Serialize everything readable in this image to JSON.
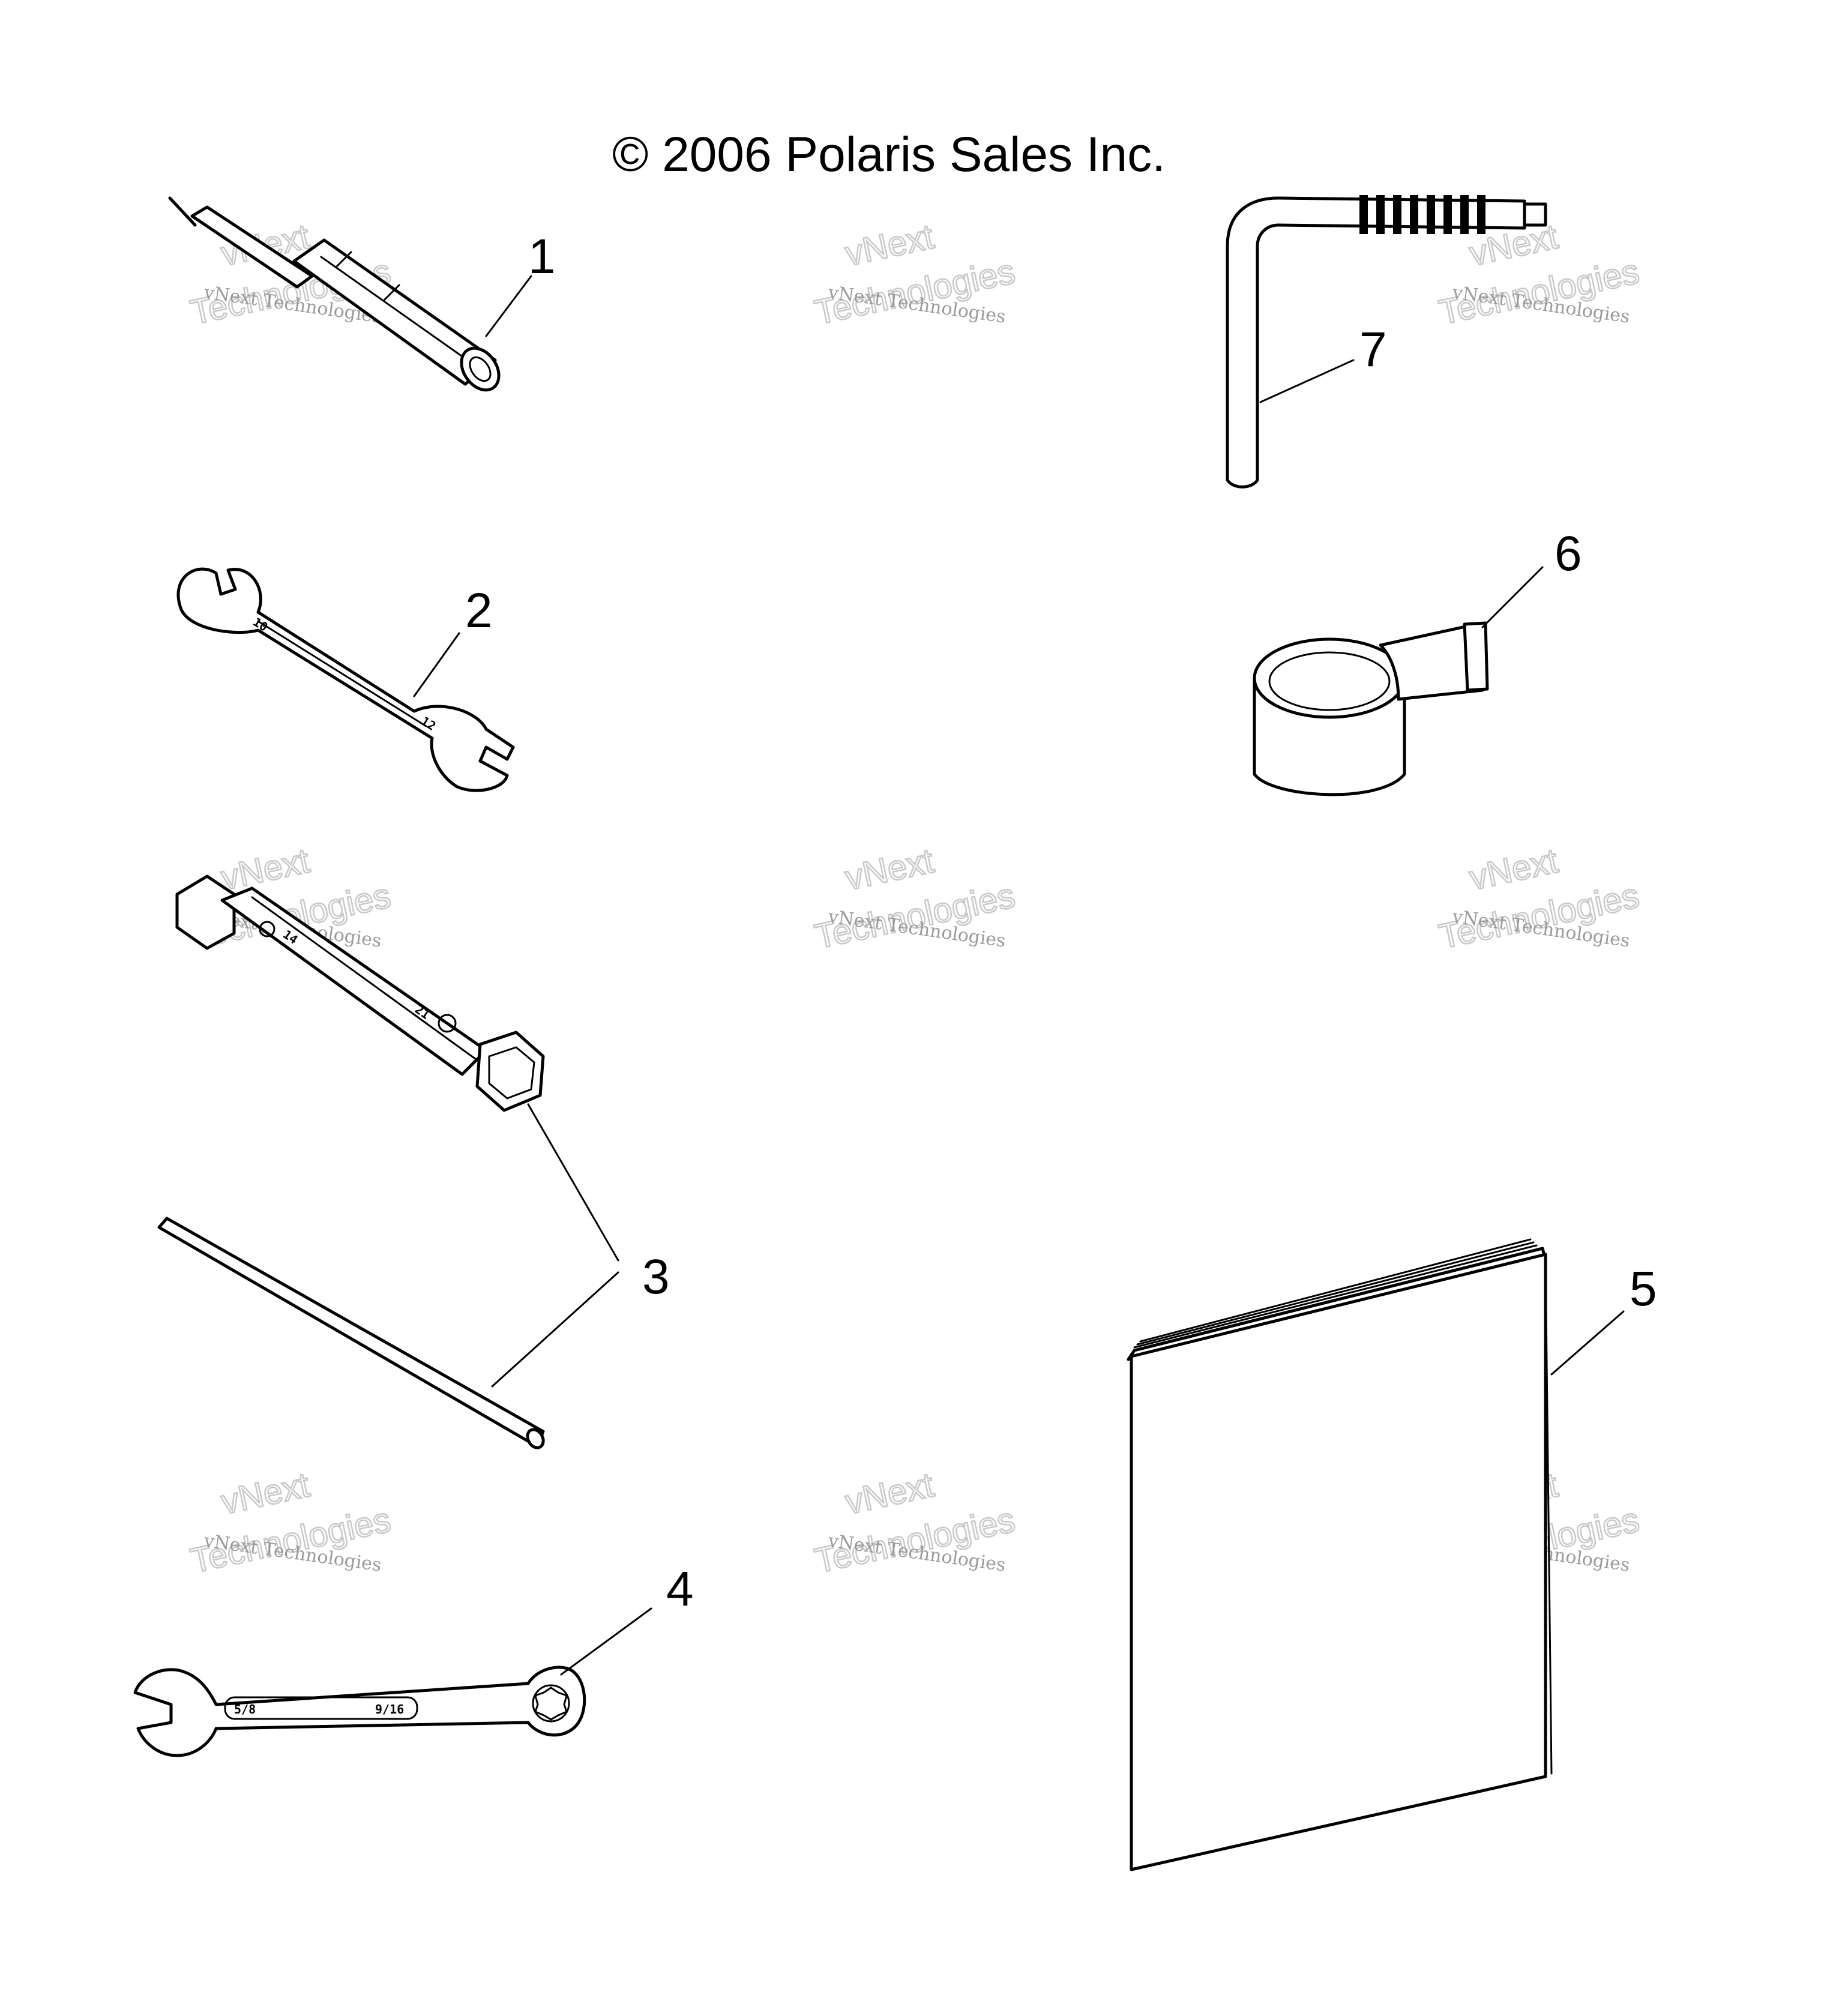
{
  "copyright": "© 2006 Polaris Sales Inc.",
  "watermark": {
    "line1": "vNext Technologies",
    "line2": "vNext",
    "line3": "Technologies"
  },
  "parts": [
    {
      "callout": "1",
      "icon": "screwdriver-icon"
    },
    {
      "callout": "2",
      "icon": "open-end-wrench-icon"
    },
    {
      "callout": "3",
      "icon": "spark-plug-socket-wrench-icon"
    },
    {
      "callout": "4",
      "icon": "combination-wrench-icon"
    },
    {
      "callout": "5",
      "icon": "owners-manual-icon"
    },
    {
      "callout": "6",
      "icon": "tape-roll-icon"
    },
    {
      "callout": "7",
      "icon": "l-shaped-tool-icon"
    }
  ],
  "wrench_marks": {
    "left": "5/8",
    "right": "9/16"
  },
  "colors": {
    "line": "#000000",
    "background": "#ffffff",
    "watermark": "#9a9a9a"
  }
}
